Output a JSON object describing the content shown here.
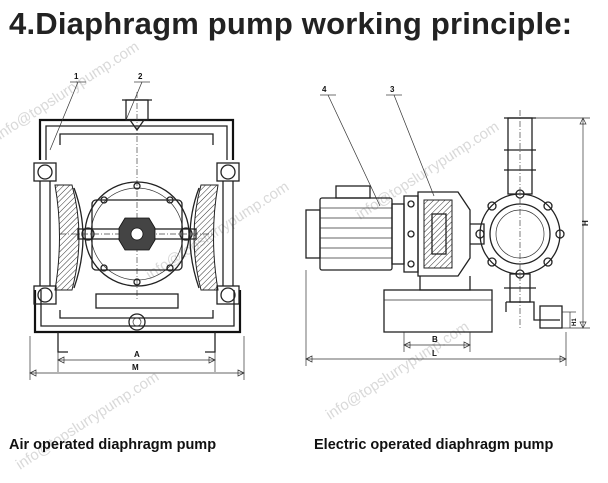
{
  "title": "4.Diaphragm pump working principle:",
  "watermark": "info@topslurrypump.com",
  "air_pump": {
    "caption": "Air operated diaphragm pump",
    "callouts": [
      "1",
      "2"
    ],
    "dimensions": [
      "A",
      "M"
    ]
  },
  "electric_pump": {
    "caption": "Electric operated diaphragm pump",
    "callouts": [
      "4",
      "3"
    ],
    "dimensions": [
      "B",
      "L",
      "H",
      "H1"
    ]
  }
}
